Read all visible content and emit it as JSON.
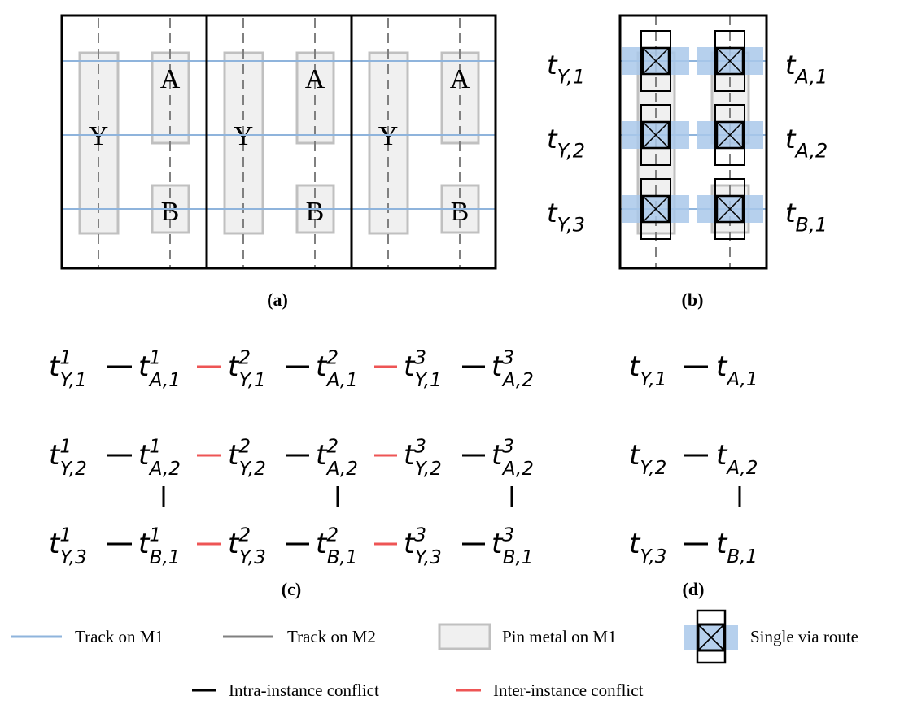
{
  "panels": {
    "a": {
      "label": "(a)",
      "instances": [
        {
          "pins": {
            "y": "Y",
            "a": "A",
            "b": "B"
          }
        },
        {
          "pins": {
            "y": "Y",
            "a": "A",
            "b": "B"
          }
        },
        {
          "pins": {
            "y": "Y",
            "a": "A",
            "b": "B"
          }
        }
      ]
    },
    "b": {
      "label": "(b)",
      "left_terms": [
        {
          "main": "t",
          "sub": "Y,1"
        },
        {
          "main": "t",
          "sub": "Y,2"
        },
        {
          "main": "t",
          "sub": "Y,3"
        }
      ],
      "right_terms": [
        {
          "main": "t",
          "sub": "A,1"
        },
        {
          "main": "t",
          "sub": "A,2"
        },
        {
          "main": "t",
          "sub": "B,1"
        }
      ]
    },
    "c": {
      "label": "(c)",
      "rows": [
        [
          {
            "main": "t",
            "sup": "1",
            "sub": "Y,1"
          },
          {
            "main": "t",
            "sup": "1",
            "sub": "A,1"
          },
          {
            "main": "t",
            "sup": "2",
            "sub": "Y,1"
          },
          {
            "main": "t",
            "sup": "2",
            "sub": "A,1"
          },
          {
            "main": "t",
            "sup": "3",
            "sub": "Y,1"
          },
          {
            "main": "t",
            "sup": "3",
            "sub": "A,2"
          }
        ],
        [
          {
            "main": "t",
            "sup": "1",
            "sub": "Y,2"
          },
          {
            "main": "t",
            "sup": "1",
            "sub": "A,2"
          },
          {
            "main": "t",
            "sup": "2",
            "sub": "Y,2"
          },
          {
            "main": "t",
            "sup": "2",
            "sub": "A,2"
          },
          {
            "main": "t",
            "sup": "3",
            "sub": "Y,2"
          },
          {
            "main": "t",
            "sup": "3",
            "sub": "A,2"
          }
        ],
        [
          {
            "main": "t",
            "sup": "1",
            "sub": "Y,3"
          },
          {
            "main": "t",
            "sup": "1",
            "sub": "B,1"
          },
          {
            "main": "t",
            "sup": "2",
            "sub": "Y,3"
          },
          {
            "main": "t",
            "sup": "2",
            "sub": "B,1"
          },
          {
            "main": "t",
            "sup": "3",
            "sub": "Y,3"
          },
          {
            "main": "t",
            "sup": "3",
            "sub": "B,1"
          }
        ]
      ],
      "edge_types": [
        "intra",
        "inter",
        "intra",
        "inter",
        "intra"
      ]
    },
    "d": {
      "label": "(d)",
      "rows": [
        [
          {
            "main": "t",
            "sub": "Y,1"
          },
          {
            "main": "t",
            "sub": "A,1"
          }
        ],
        [
          {
            "main": "t",
            "sub": "Y,2"
          },
          {
            "main": "t",
            "sub": "A,2"
          }
        ],
        [
          {
            "main": "t",
            "sub": "Y,3"
          },
          {
            "main": "t",
            "sub": "B,1"
          }
        ]
      ]
    }
  },
  "legend": {
    "track_m1": "Track on M1",
    "track_m2": "Track on M2",
    "pin_metal": "Pin metal on M1",
    "single_via": "Single via route",
    "intra": "Intra-instance conflict",
    "inter": "Inter-instance conflict"
  },
  "colors": {
    "track_m1": "#8fb4dc",
    "track_m2": "#808080",
    "pin_fill": "#f0f0f0",
    "pin_stroke": "#c0c0c0",
    "via_fill": "#a9c8ea",
    "intra_edge": "#000000",
    "inter_edge": "#ee5555"
  }
}
